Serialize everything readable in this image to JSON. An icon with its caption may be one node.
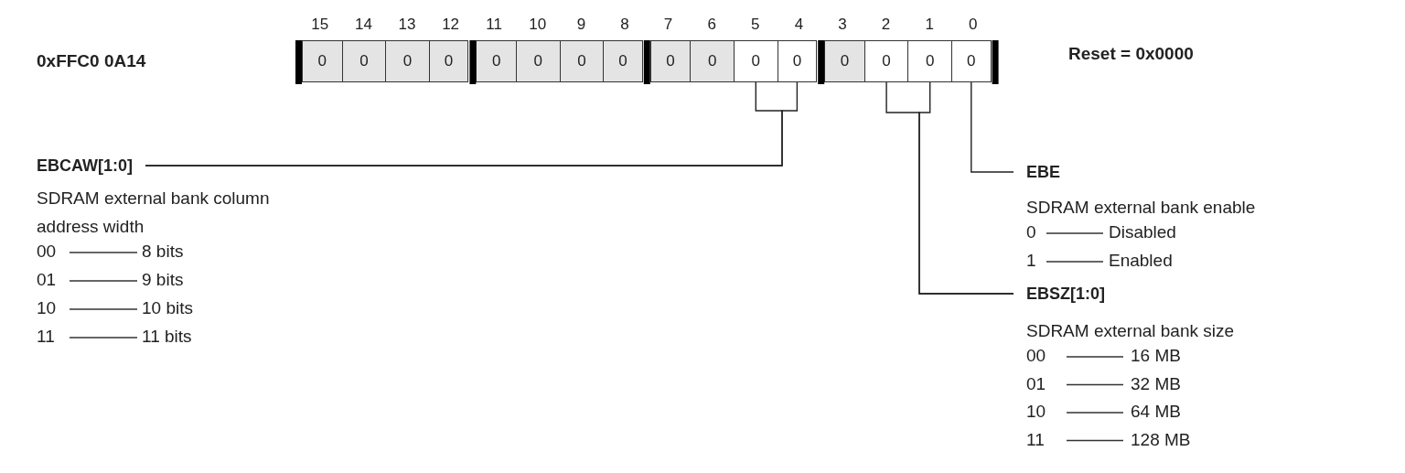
{
  "diagram": {
    "nodes": [
      {
        "text": [
          "0"
        ]
      },
      {
        "text": [
          "0"
        ]
      },
      {
        "text": [
          "0"
        ]
      },
      {
        "text": [
          "0"
        ]
      },
      {
        "text": [
          "0"
        ]
      },
      {
        "text": [
          "0"
        ]
      },
      {
        "text": [
          "0"
        ]
      },
      {
        "text": [
          "0"
        ]
      },
      {
        "text": [
          "0"
        ]
      },
      {
        "text": [
          "0"
        ]
      },
      {
        "text": [
          "0"
        ]
      },
      {
        "text": [
          "0"
        ]
      },
      {
        "text": [
          "0"
        ]
      },
      {
        "text": [
          "0"
        ]
      },
      {
        "text": [
          "0"
        ]
      },
      {
        "text": [
          "0"
        ]
      },
      {
        "text": [
          "EBCAW[1:0]"
        ],
        "beside": [
          "SDRAM external bank column address width"
        ]
      },
      {
        "text": [
          "EBE"
        ],
        "beside": [
          "SDRAM external bank enable"
        ]
      },
      {
        "text": [
          "EBSZ[1:0]"
        ],
        "beside": [
          "SDRAM external bank size"
        ]
      }
    ],
    "edges": [
      {
        "from": 16,
        "to": 10,
        "arrow": "none"
      },
      {
        "from": 16,
        "to": 11,
        "arrow": "none"
      },
      {
        "from": 17,
        "to": 15,
        "arrow": "none"
      },
      {
        "from": 18,
        "to": 13,
        "arrow": "none"
      },
      {
        "from": 18,
        "to": 14,
        "arrow": "none"
      }
    ],
    "labels": [
      "15",
      "14",
      "13",
      "12",
      "11",
      "10",
      "9",
      "8",
      "7",
      "6",
      "5",
      "4",
      "3",
      "2",
      "1",
      "0",
      "0xFFC0 0A14",
      "Reset = 0x0000",
      "00",
      "8 bits",
      "01",
      "9 bits",
      "10",
      "10 bits",
      "11",
      "11 bits",
      "0",
      "Disabled",
      "1",
      "Enabled",
      "00",
      "16 MB",
      "01",
      "32 MB",
      "10",
      "64 MB",
      "11",
      "128 MB"
    ]
  }
}
